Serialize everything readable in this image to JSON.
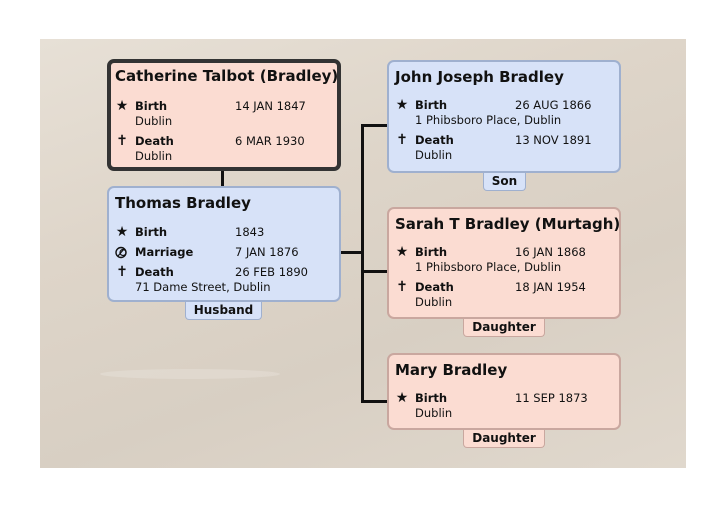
{
  "people": {
    "catherine": {
      "name": "Catherine Talbot (Bradley)",
      "events": [
        {
          "icon": "star-icon",
          "label": "Birth",
          "date": "14 JAN 1847",
          "place": "Dublin"
        },
        {
          "icon": "cross-icon",
          "label": "Death",
          "date": "6 MAR 1930",
          "place": "Dublin"
        }
      ]
    },
    "thomas": {
      "name": "Thomas Bradley",
      "role": "Husband",
      "events": [
        {
          "icon": "star-icon",
          "label": "Birth",
          "date": "1843",
          "place": ""
        },
        {
          "icon": "rings-icon",
          "label": "Marriage",
          "date": "7 JAN 1876",
          "place": ""
        },
        {
          "icon": "cross-icon",
          "label": "Death",
          "date": "26 FEB 1890",
          "place": "71 Dame Street, Dublin"
        }
      ]
    },
    "john": {
      "name": "John Joseph Bradley",
      "role": "Son",
      "events": [
        {
          "icon": "star-icon",
          "label": "Birth",
          "date": "26 AUG 1866",
          "place": "1 Phibsboro Place, Dublin"
        },
        {
          "icon": "cross-icon",
          "label": "Death",
          "date": "13 NOV 1891",
          "place": "Dublin"
        }
      ]
    },
    "sarah": {
      "name": "Sarah T Bradley (Murtagh)",
      "role": "Daughter",
      "events": [
        {
          "icon": "star-icon",
          "label": "Birth",
          "date": "16 JAN 1868",
          "place": "1 Phibsboro Place, Dublin"
        },
        {
          "icon": "cross-icon",
          "label": "Death",
          "date": "18 JAN 1954",
          "place": "Dublin"
        }
      ]
    },
    "mary": {
      "name": "Mary Bradley",
      "role": "Daughter",
      "events": [
        {
          "icon": "star-icon",
          "label": "Birth",
          "date": "11 SEP 1873",
          "place": "Dublin"
        }
      ]
    }
  },
  "colors": {
    "female_card": "#fbdcd2",
    "male_card": "#d7e2f8",
    "focus_border": "#333333",
    "connector": "#111111"
  }
}
